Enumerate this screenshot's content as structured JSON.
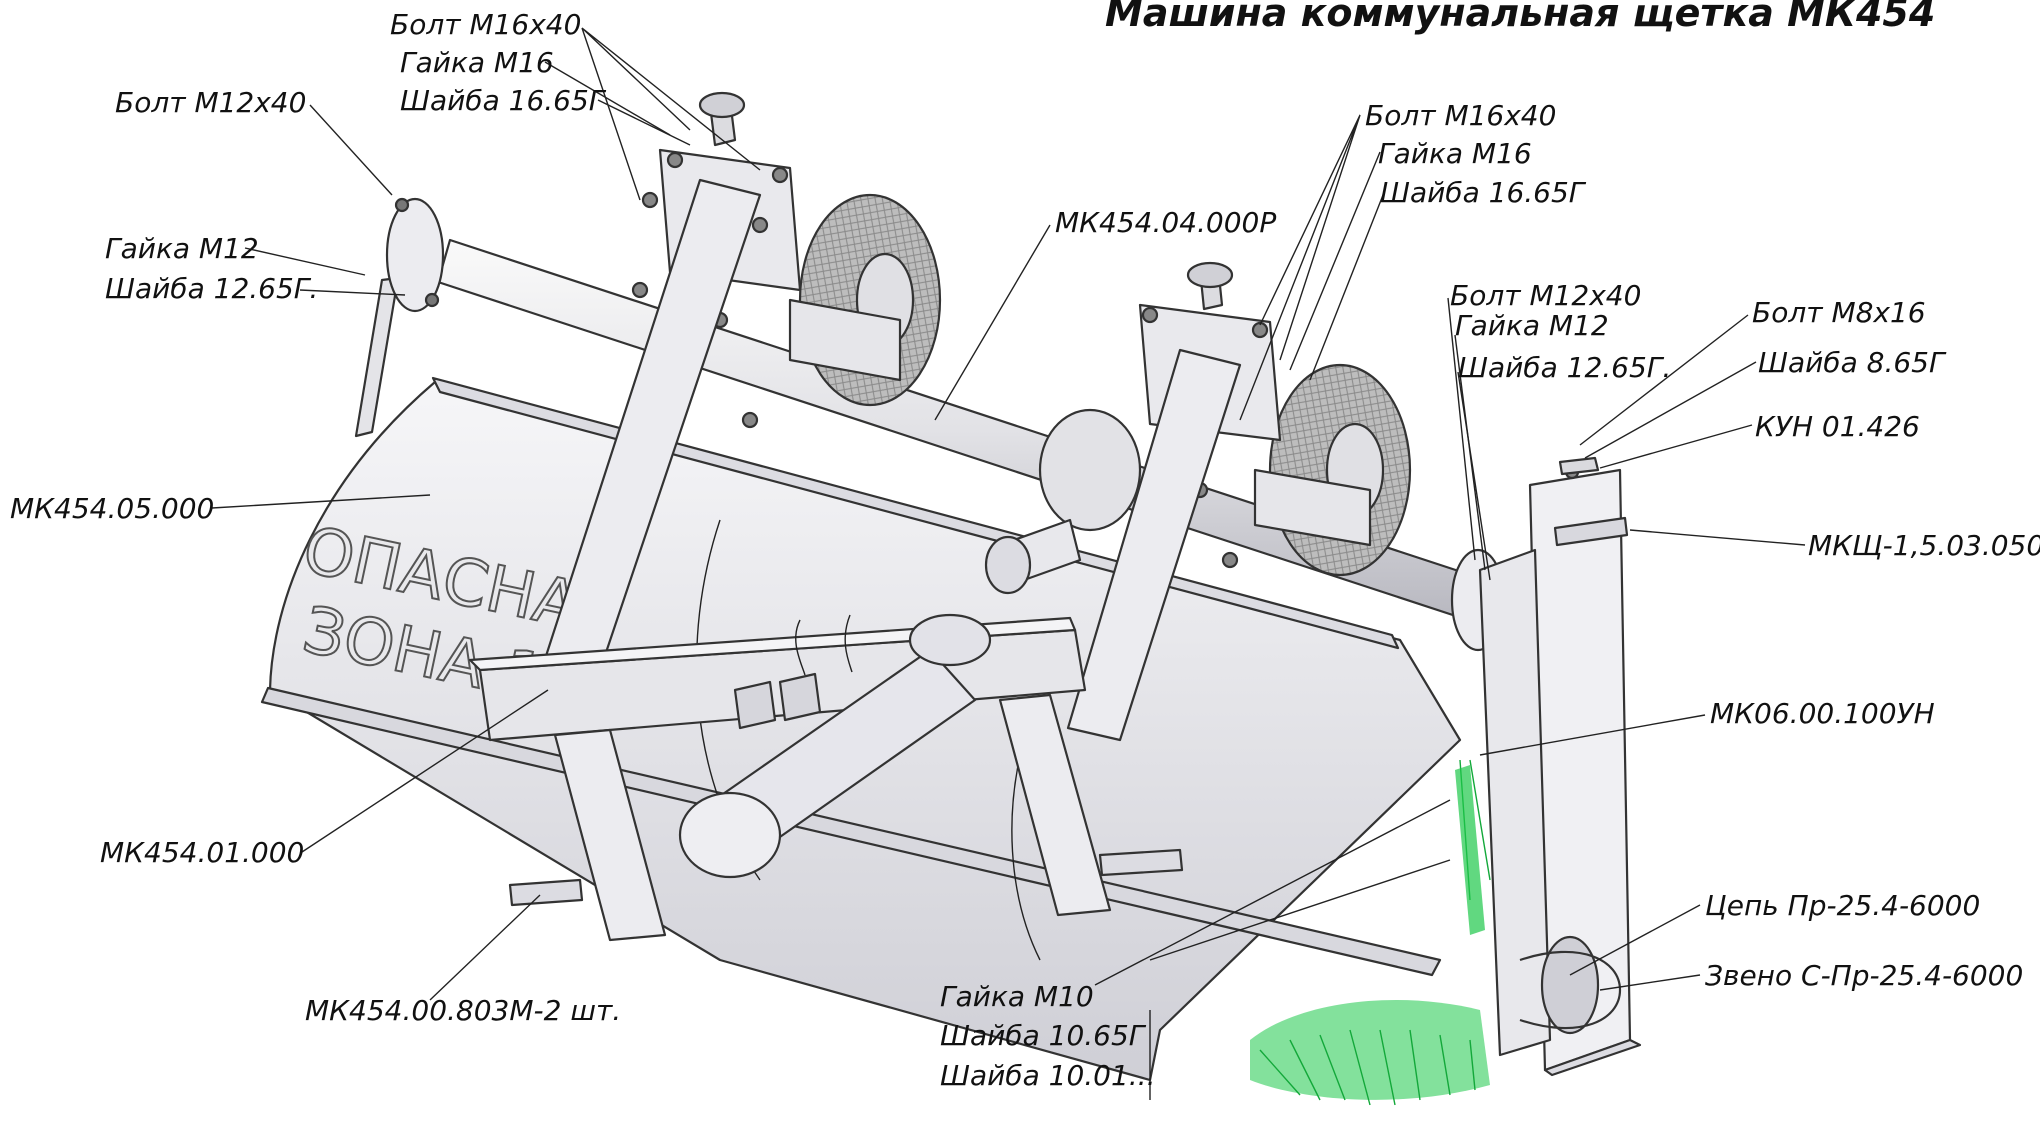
{
  "title": "Машина коммунальная щетка МК454",
  "warning_lines": [
    "ОПАСНАЯ",
    "ЗОНА 10"
  ],
  "colors": {
    "metal": "#e8e8ec",
    "metal_dark": "#c9c9cf",
    "bristle": "#1ec84a",
    "tire": "#b8b8b8"
  },
  "labels": {
    "bolt_m16_l": "Болт М16х40",
    "nut_m16_l": "Гайка М16",
    "washer_16_l": "Шайба 16.65Г",
    "bolt_m12_l": "Болт М12х40",
    "nut_m12_l": "Гайка М12",
    "washer_12_l": "Шайба 12.65Г.",
    "mk454_05": "МК454.05.000",
    "mk454_04": "МК454.04.000Р",
    "bolt_m16_r": "Болт М16х40",
    "nut_m16_r": "Гайка М16",
    "washer_16_r": "Шайба 16.65Г",
    "bolt_m12_r": "Болт М12х40",
    "nut_m12_r": "Гайка М12",
    "washer_12_r": "Шайба 12.65Г.",
    "bolt_m8": "Болт М8х16",
    "washer_8": "Шайба 8.65Г",
    "kun": "КУН 01.426",
    "mkshch": "МКЩ-1,5.03.050",
    "mk06": "МК06.00.100УН",
    "mk454_01": "МК454.01.000",
    "mk454_803": "МК454.00.803М-2 шт.",
    "nut_m10": "Гайка М10",
    "washer_10_65": "Шайба 10.65Г",
    "washer_10_01": "Шайба 10.01...",
    "chain": "Цепь Пр-25.4-6000",
    "link": "Звено С-Пр-25.4-6000"
  }
}
